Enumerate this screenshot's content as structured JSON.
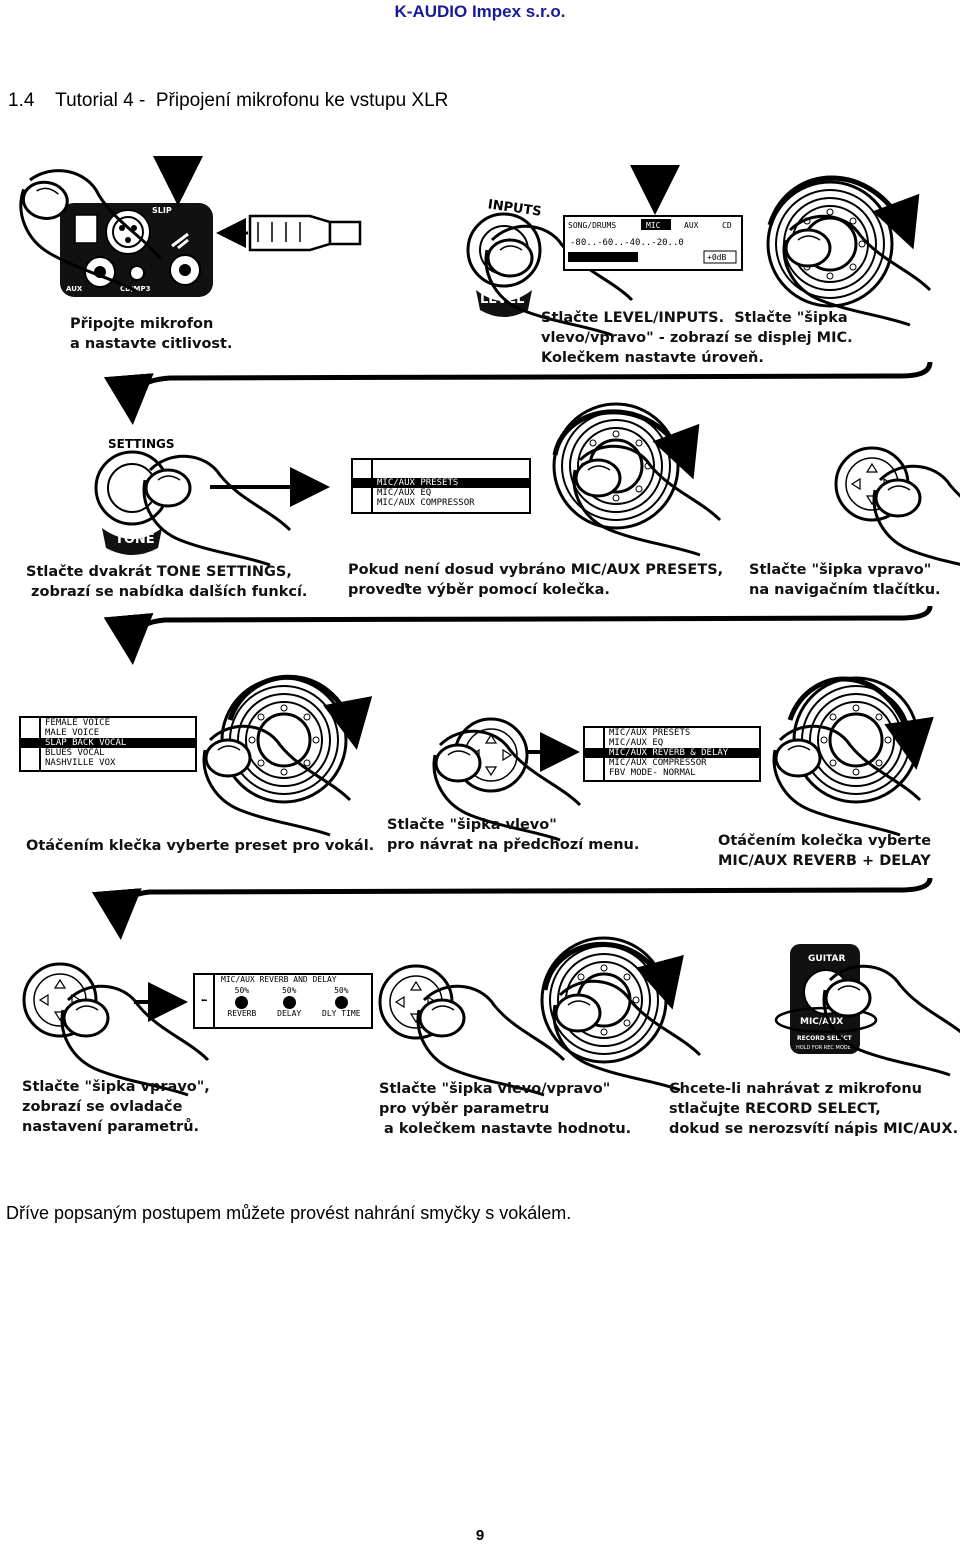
{
  "header": {
    "company": "K-AUDIO Impex s.r.o."
  },
  "section": {
    "title": "1.4    Tutorial 4 -  Připojení mikrofonu ke vstupu XLR"
  },
  "device_labels": {
    "slip": "SLIP",
    "aux": "AUX",
    "cdmp3": "CD/MP3",
    "inputs": "INPUTS",
    "level": "LEVEL",
    "settings": "SETTINGS",
    "tone": "TONE",
    "guitar": "GUITAR",
    "mic_aux": "MIC/AUX",
    "record_select": "RECORD SELECT",
    "hold_for_rec_mode": "HOLD FOR REC MODE"
  },
  "input_lcd": {
    "tabs": [
      "SONG/DRUMS",
      "MIC",
      "AUX",
      "CD"
    ],
    "scale": "-80..-60..-40..-20..0",
    "gain": "+0dB"
  },
  "menu1": {
    "items": [
      "MIC/AUX PRESETS",
      "MIC/AUX EQ",
      "MIC/AUX COMPRESSOR"
    ],
    "selected": 0
  },
  "menu2": {
    "items": [
      "FEMALE VOICE",
      "MALE VOICE",
      "SLAP BACK VOCAL",
      "BLUES VOCAL",
      "NASHVILLE VOX"
    ],
    "selected": 2
  },
  "menu3": {
    "items": [
      "MIC/AUX PRESETS",
      "MIC/AUX EQ",
      "MIC/AUX REVERB & DELAY",
      "MIC/AUX COMPRESSOR",
      "FBV MODE- NORMAL"
    ],
    "selected": 2
  },
  "reverb_lcd": {
    "title": "MIC/AUX REVERB AND DELAY",
    "knobs": [
      {
        "value": "50%",
        "label": "REVERB"
      },
      {
        "value": "50%",
        "label": "DELAY"
      },
      {
        "value": "50%",
        "label": "DLY TIME"
      }
    ]
  },
  "captions": {
    "c1": "Připojte mikrofon\na nastavte citlivost.",
    "c2": "Stlačte LEVEL/INPUTS.  Stlačte \"šipka\nvlevo/vpravo\" - zobrazí se displej MIC.\nKolečkem nastavte úroveň.",
    "c3": "Stlačte dvakrát TONE SETTINGS,\n zobrazí se nabídka dalších funkcí.",
    "c4": "Pokud není dosud vybráno MIC/AUX PRESETS,\nproveďte výběr pomocí kolečka.",
    "c5": "Stlačte \"šipka vpravo\"\nna navigačním tlačítku.",
    "c6": "Otáčením klečka vyberte preset pro vokál.",
    "c7": "Stlačte \"šipka vlevo\"\npro návrat na předchozí menu.",
    "c8": "Otáčením kolečka vyberte\nMIC/AUX REVERB + DELAY",
    "c9": "Stlačte \"šipka vpravo\",\nzobrazí se ovladače\nnastavení parametrů.",
    "c10": "Stlačte \"šipka vlevo/vpravo\"\npro výběr parametru\n a kolečkem nastavte hodnotu.",
    "c11": "Chcete-li nahrávat z mikrofonu\nstlačujte RECORD SELECT,\ndokud se nerozsvítí nápis MIC/AUX."
  },
  "footer": {
    "text": "Dříve popsaným postupem můžete provést nahrání smyčky s vokálem."
  },
  "page": {
    "number": "9"
  }
}
